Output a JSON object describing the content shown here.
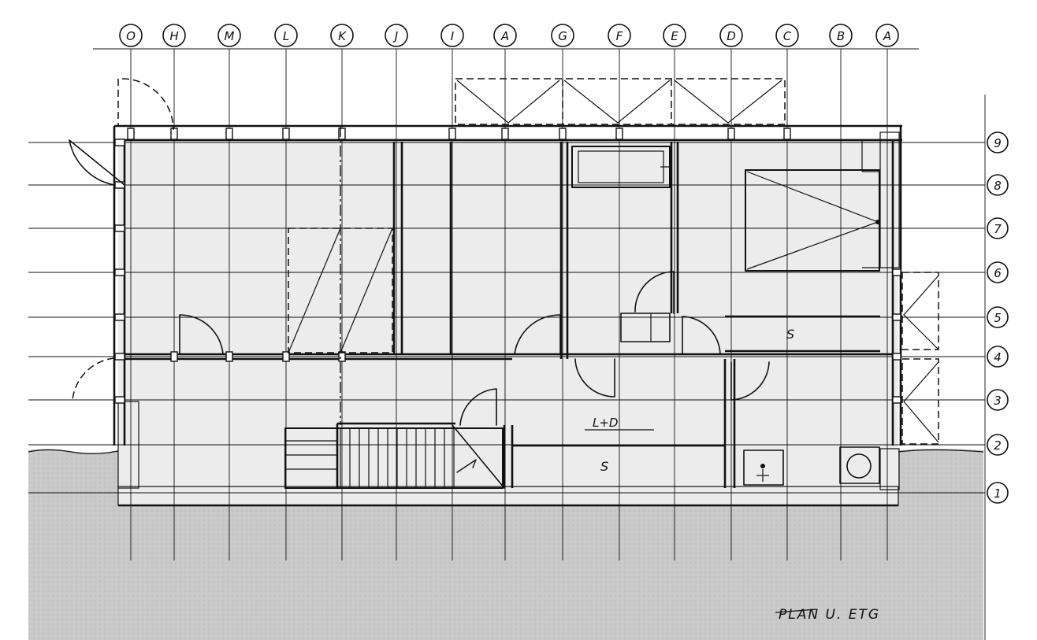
{
  "drawing": {
    "title": "PLAN U. ETG",
    "columns": [
      "O",
      "H",
      "M",
      "L",
      "K",
      "J",
      "I",
      "A",
      "G",
      "F",
      "E",
      "D",
      "C",
      "B",
      "A"
    ],
    "rows": [
      "9",
      "8",
      "7",
      "6",
      "5",
      "4",
      "3",
      "2",
      "1"
    ],
    "room_labels": {
      "storage_right": "S",
      "storage_bottom": "S",
      "corridor": "L+D"
    },
    "colors": {
      "ink": "#111111",
      "floor_fill": "#ececec",
      "ground_fill": "#c8c8c8"
    }
  }
}
